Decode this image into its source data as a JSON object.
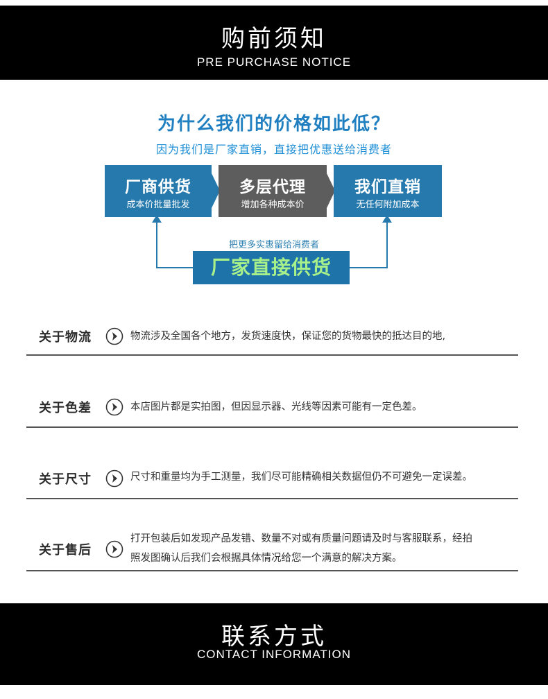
{
  "header": {
    "title_cn": "购前须知",
    "title_en": "PRE PURCHASE NOTICE"
  },
  "price_section": {
    "question": "为什么我们的价格如此低？",
    "subtitle": "因为我们是厂家直销，直接把优惠送给消费者",
    "boxes": [
      {
        "title": "厂商供货",
        "sub": "成本价批量批发"
      },
      {
        "title": "多层代理",
        "sub": "增加各种成本价"
      },
      {
        "title": "我们直销",
        "sub": "无任何附加成本"
      }
    ],
    "keep_note": "把更多实惠留给消费者",
    "direct_label": "厂家直接供货",
    "colors": {
      "blue": "#2579ac",
      "gray": "#5d5d5d",
      "green_text": "#a8f08a"
    }
  },
  "notices": [
    {
      "label": "关于物流",
      "icon": "chevron-right-circle-icon",
      "lines": [
        "物流涉及全国各个地方，发货速度快，保证您的货物最快的抵达目的地,"
      ]
    },
    {
      "label": "关于色差",
      "icon": "chevron-right-circle-icon",
      "lines": [
        "本店图片都是实拍图，但因显示器、光线等因素可能有一定色差。"
      ]
    },
    {
      "label": "关于尺寸",
      "icon": "chevron-right-circle-icon",
      "lines": [
        "尺寸和重量均为手工测量，我们尽可能精确相关数据但仍不可避免一定误差。"
      ]
    },
    {
      "label": "关于售后",
      "icon": "chevron-right-circle-icon",
      "lines": [
        "打开包装后如发现产品发错、数量不对或有质量问题请及时与客服联系，经拍",
        "照发图确认后我们会根据具体情况给您一个满意的解决方案。"
      ]
    }
  ],
  "footer": {
    "title_cn": "联系方式",
    "title_en": "CONTACT INFORMATION"
  }
}
